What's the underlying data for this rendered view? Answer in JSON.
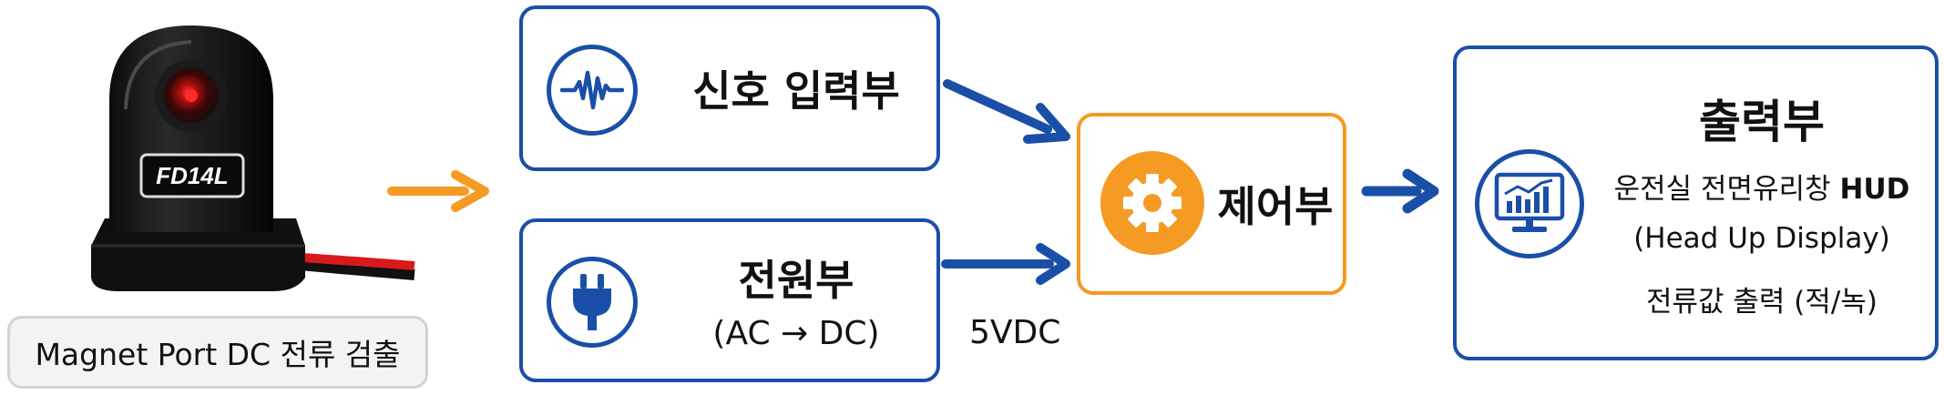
{
  "device": {
    "model_label": "FD14L",
    "caption": "Magnet Port DC 전류 검출"
  },
  "signal_input": {
    "title": "신호 입력부",
    "icon": "waveform-icon"
  },
  "power": {
    "title": "전원부",
    "subtitle": "(AC → DC)",
    "icon": "plug-icon"
  },
  "controller": {
    "title": "제어부",
    "icon": "gear-icon"
  },
  "output": {
    "title": "출력부",
    "line1_prefix": "운전실 전면유리창 ",
    "line1_bold": "HUD",
    "line2": "(Head Up Display)",
    "line3": "전류값 출력 (적/녹)",
    "icon": "monitor-chart-icon"
  },
  "connection_label": "5VDC",
  "colors": {
    "blue": "#1a4fa8",
    "orange": "#f59a23",
    "device_black": "#151515",
    "led_red": "#e01818"
  }
}
